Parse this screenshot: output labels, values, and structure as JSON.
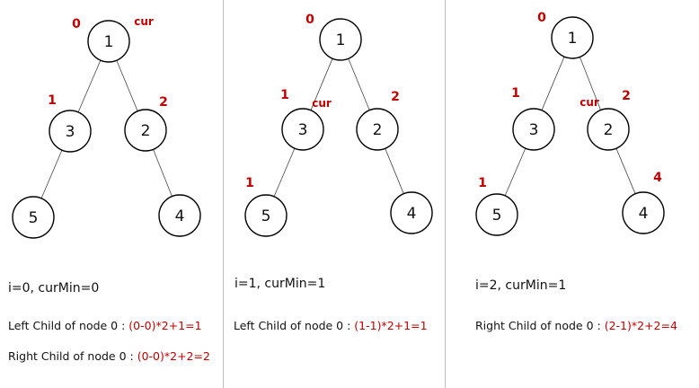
{
  "colors": {
    "index": "#c00000",
    "cur": "#c00000",
    "node_fill": "#ffffff",
    "node_stroke": "#000000",
    "edge": "#444444",
    "divider": "#bdbdbd"
  },
  "panels": [
    {
      "state": "i=0, curMin=0",
      "lines": [
        {
          "label": "Left Child of node 0 : ",
          "expr": "(0-0)*2+1=1"
        },
        {
          "label": "Right Child of node 0 : ",
          "expr": "(0-0)*2+2=2"
        }
      ],
      "tree": {
        "nodes": [
          {
            "value": "1",
            "index": "0"
          },
          {
            "value": "3",
            "index": "1"
          },
          {
            "value": "2",
            "index": "2"
          },
          {
            "value": "5",
            "index": ""
          },
          {
            "value": "4",
            "index": ""
          }
        ],
        "cur_label": "cur",
        "cur_node": 0
      }
    },
    {
      "state": "i=1, curMin=1",
      "lines": [
        {
          "label": "Left Child of node 0 : ",
          "expr": "(1-1)*2+1=1"
        }
      ],
      "tree": {
        "nodes": [
          {
            "value": "1",
            "index": "0"
          },
          {
            "value": "3",
            "index": "1"
          },
          {
            "value": "2",
            "index": "2"
          },
          {
            "value": "5",
            "index": "1"
          },
          {
            "value": "4",
            "index": ""
          }
        ],
        "cur_label": "cur",
        "cur_node": 1
      }
    },
    {
      "state": "i=2, curMin=1",
      "lines": [
        {
          "label": "Right Child of node 0 : ",
          "expr": "(2-1)*2+2=4"
        }
      ],
      "tree": {
        "nodes": [
          {
            "value": "1",
            "index": "0"
          },
          {
            "value": "3",
            "index": "1"
          },
          {
            "value": "2",
            "index": "2"
          },
          {
            "value": "5",
            "index": "1"
          },
          {
            "value": "4",
            "index": "4"
          }
        ],
        "cur_label": "cur",
        "cur_node": 2
      }
    }
  ]
}
